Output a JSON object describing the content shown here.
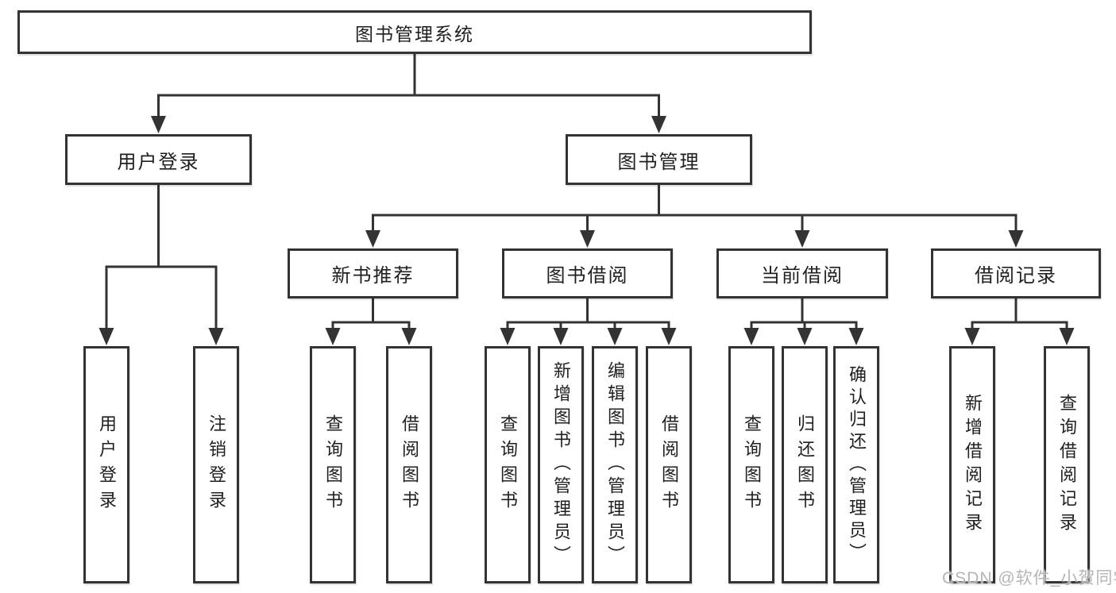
{
  "diagram": {
    "type": "hierarchy-tree",
    "title": "图书管理系统"
  },
  "nodes": {
    "root": {
      "label": "图书管理系统"
    },
    "user_login": {
      "label": "用户登录"
    },
    "book_management": {
      "label": "图书管理"
    },
    "new_book_recommend": {
      "label": "新书推荐"
    },
    "book_borrowing": {
      "label": "图书借阅"
    },
    "current_borrowing": {
      "label": "当前借阅"
    },
    "borrowing_records": {
      "label": "借阅记录"
    },
    "leaf_user_login": {
      "label": "用户登录"
    },
    "leaf_logout_login": {
      "label": "注销登录"
    },
    "leaf_query_books_recommend": {
      "label": "查询图书"
    },
    "leaf_borrow_books_recommend": {
      "label": "借阅图书"
    },
    "leaf_query_books_borrowing": {
      "label": "查询图书"
    },
    "leaf_add_books_admin": {
      "label": "新增图书（管理员）"
    },
    "leaf_edit_books_admin": {
      "label": "编辑图书（管理员）"
    },
    "leaf_borrow_books_borrowing": {
      "label": "借阅图书"
    },
    "leaf_query_books_current": {
      "label": "查询图书"
    },
    "leaf_return_books": {
      "label": "归还图书"
    },
    "leaf_confirm_return_admin": {
      "label": "确认归还（管理员）"
    },
    "leaf_add_borrow_record": {
      "label": "新增借阅记录"
    },
    "leaf_query_borrow_record": {
      "label": "查询借阅记录"
    }
  },
  "edges": [
    {
      "from": "root",
      "to": [
        "user_login",
        "book_management"
      ]
    },
    {
      "from": "user_login",
      "to": [
        "leaf_user_login",
        "leaf_logout_login"
      ]
    },
    {
      "from": "book_management",
      "to": [
        "new_book_recommend",
        "book_borrowing",
        "current_borrowing",
        "borrowing_records"
      ]
    },
    {
      "from": "new_book_recommend",
      "to": [
        "leaf_query_books_recommend",
        "leaf_borrow_books_recommend"
      ]
    },
    {
      "from": "book_borrowing",
      "to": [
        "leaf_query_books_borrowing",
        "leaf_add_books_admin",
        "leaf_edit_books_admin",
        "leaf_borrow_books_borrowing"
      ]
    },
    {
      "from": "current_borrowing",
      "to": [
        "leaf_query_books_current",
        "leaf_return_books",
        "leaf_confirm_return_admin"
      ]
    },
    {
      "from": "borrowing_records",
      "to": [
        "leaf_add_borrow_record",
        "leaf_query_borrow_record"
      ]
    }
  ],
  "watermark": {
    "text": "CSDN @软件_小贺同学",
    "color": "#b5b5b5"
  },
  "colors": {
    "background": "#ffffff",
    "line": "#333333",
    "box_border": "#333333",
    "text": "#1f1f1f",
    "watermark": "#b5b5b5"
  }
}
